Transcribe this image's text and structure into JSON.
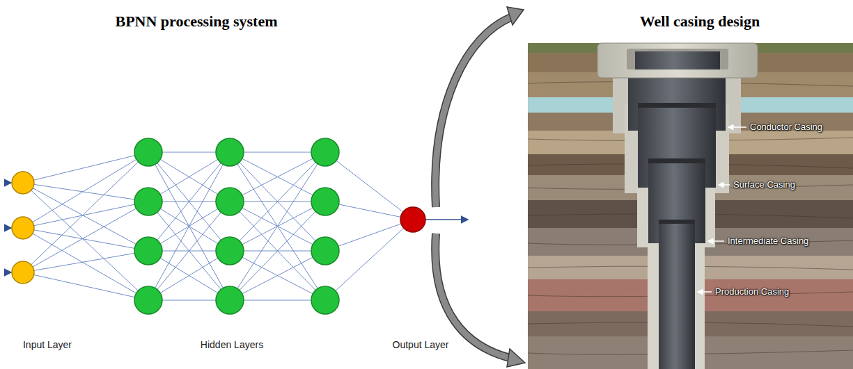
{
  "diagram": {
    "labels": [
      "BPNN processing system",
      "Well casing design",
      "Input Layer",
      "Hidden Layers",
      "Output Layer",
      "Conductor Casing",
      "Surface Casing",
      "Intermediate Casing",
      "Production Casing"
    ]
  }
}
